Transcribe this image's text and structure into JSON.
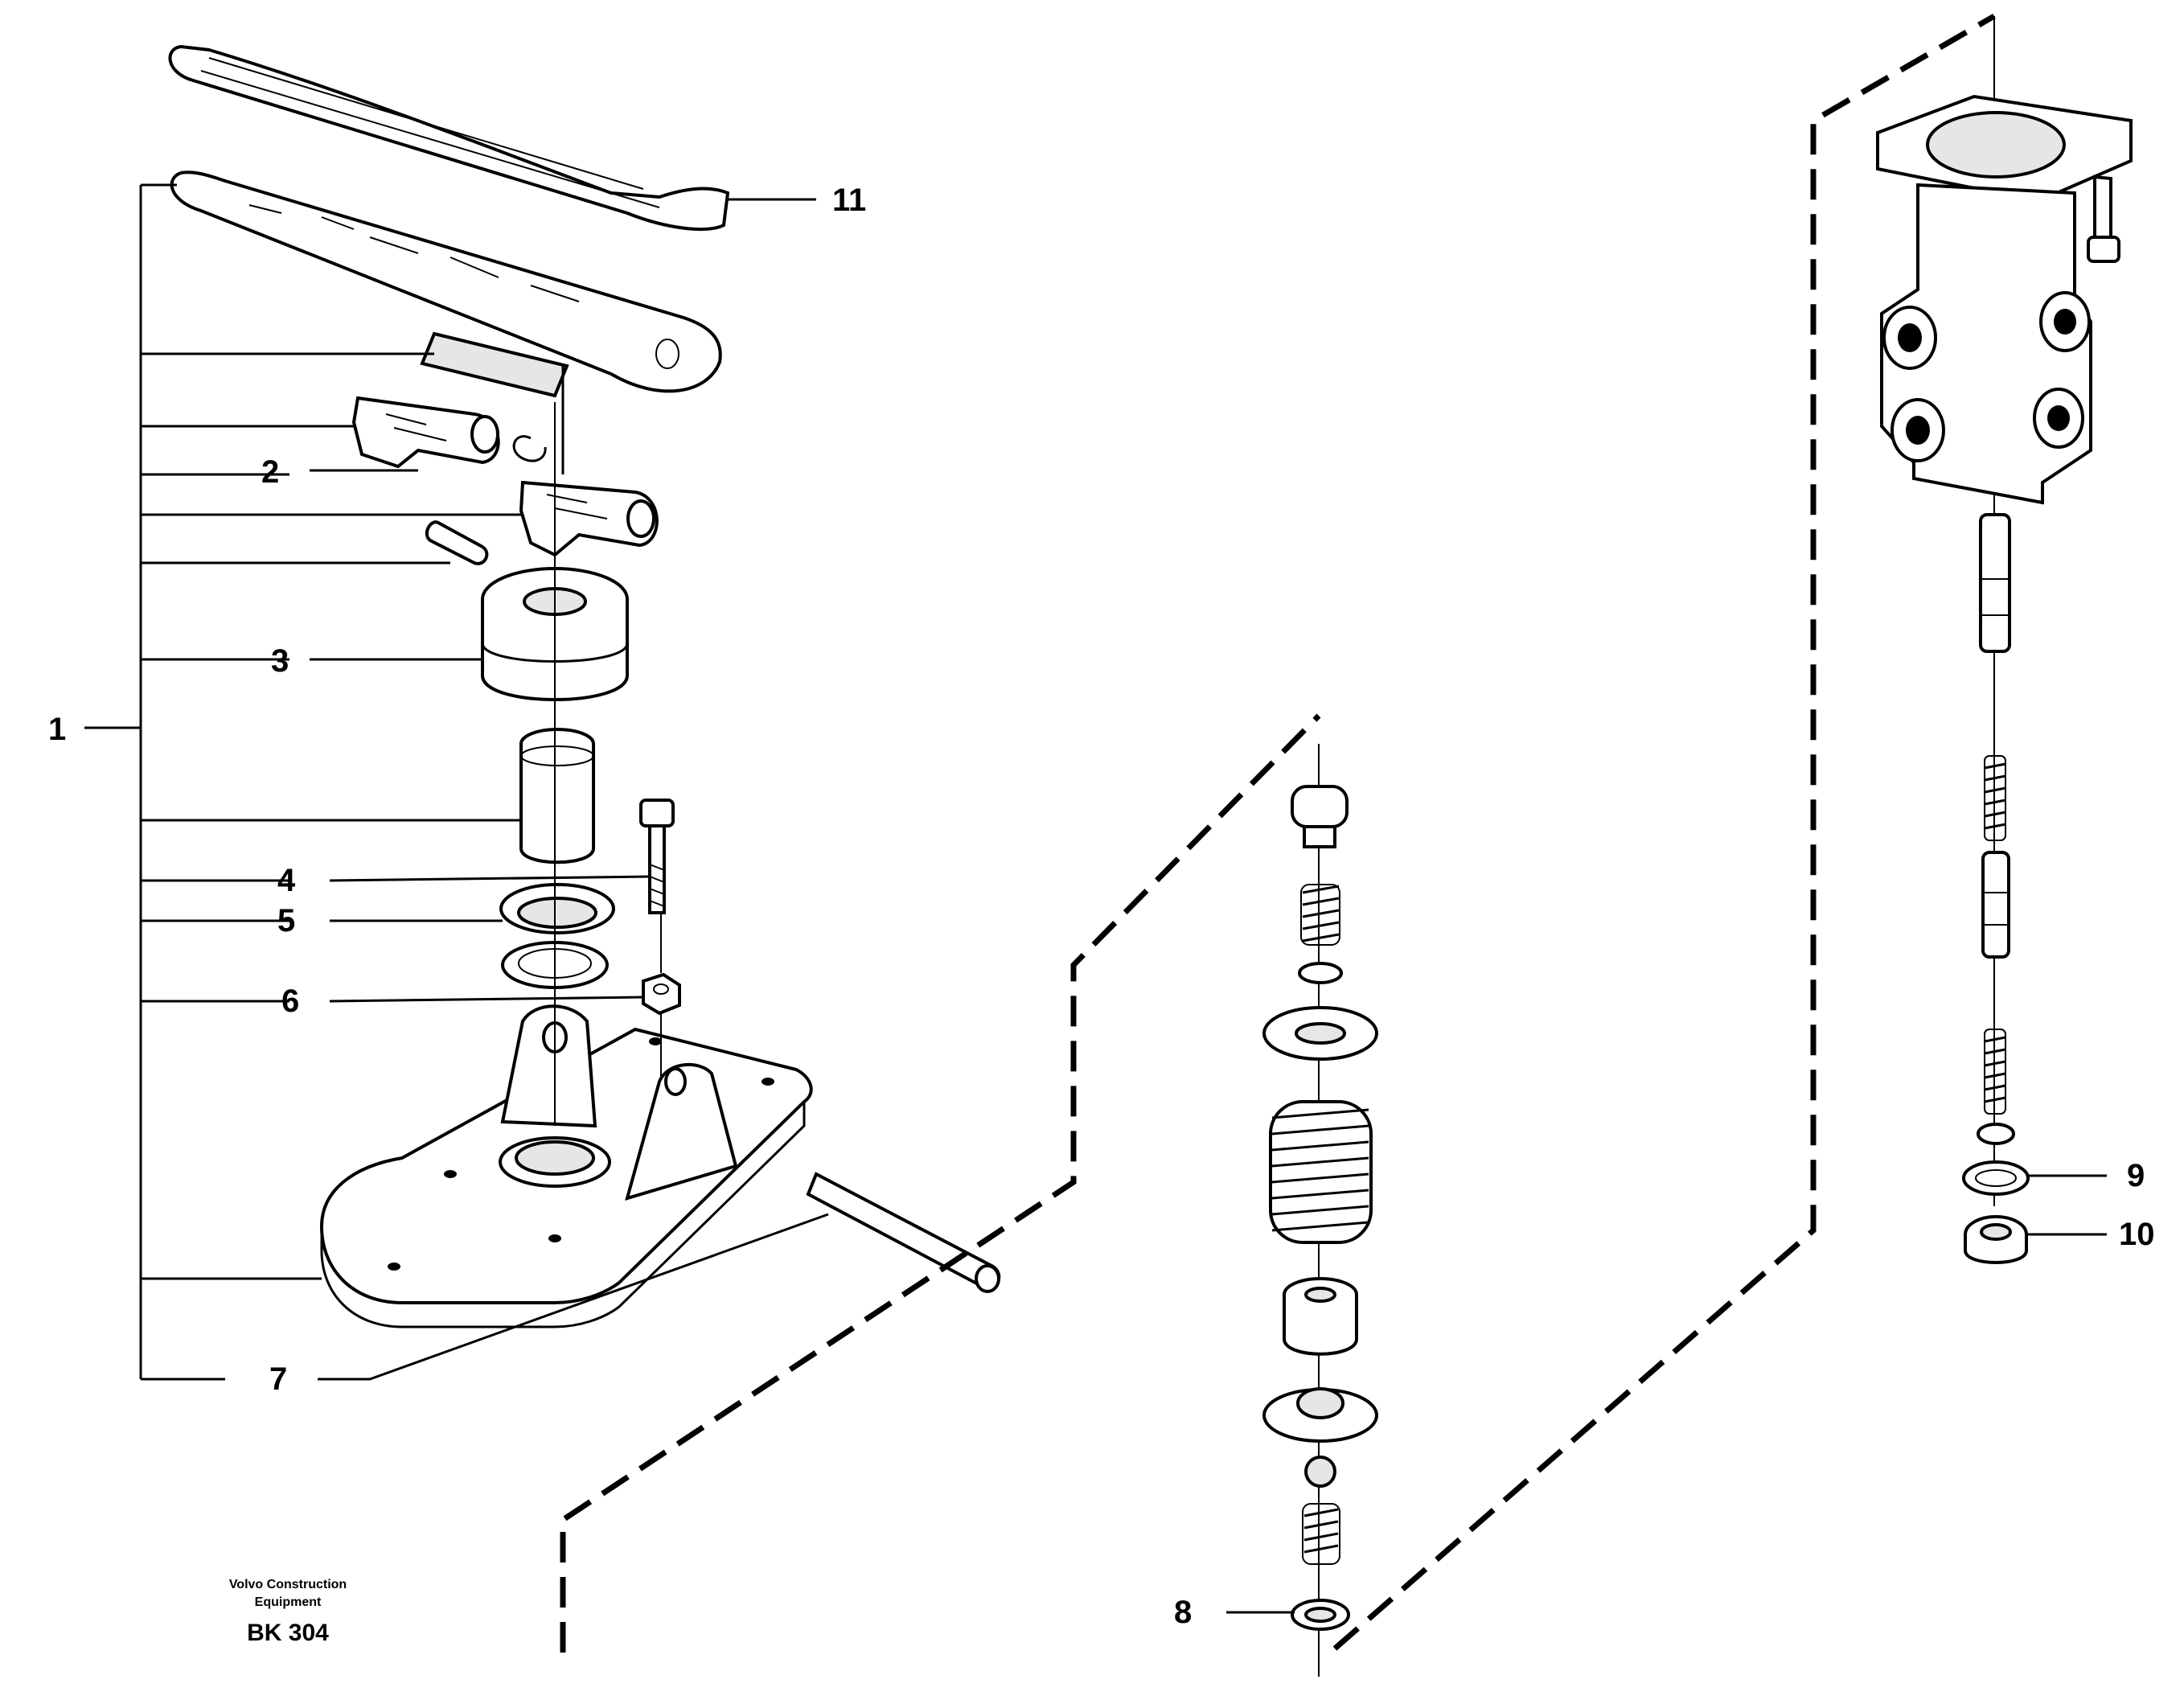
{
  "callouts": [
    {
      "id": "1",
      "label": "1"
    },
    {
      "id": "2",
      "label": "2"
    },
    {
      "id": "3",
      "label": "3"
    },
    {
      "id": "4",
      "label": "4"
    },
    {
      "id": "5",
      "label": "5"
    },
    {
      "id": "6",
      "label": "6"
    },
    {
      "id": "7",
      "label": "7"
    },
    {
      "id": "8",
      "label": "8"
    },
    {
      "id": "9",
      "label": "9"
    },
    {
      "id": "10",
      "label": "10"
    },
    {
      "id": "11",
      "label": "11"
    }
  ],
  "credit": {
    "line1": "Volvo Construction",
    "line2": "Equipment",
    "code": "BK 304"
  }
}
